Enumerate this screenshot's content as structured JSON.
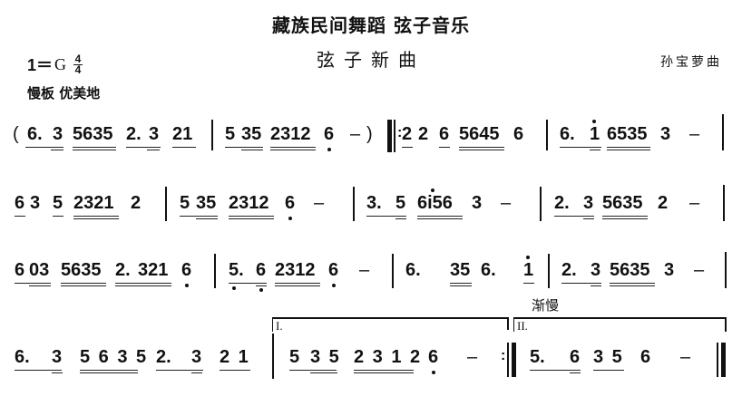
{
  "header": {
    "title": "藏族民间舞蹈  弦子音乐",
    "subtitle": "弦子新曲",
    "composer": "孙宝萝曲",
    "key_prefix": "1＝",
    "key_note": "G",
    "time_signature": {
      "numerator": "4",
      "denominator": "4"
    },
    "tempo": "慢板  优美地"
  },
  "score": {
    "line1": {
      "measures": [
        "(6. 3 5635 2. 3 21",
        "5 35 2312 6̣ -)",
        "|: 2̲ 2 6̲ 5645 6",
        "6. i̇ 6535 3 -"
      ],
      "tokens": [
        "(",
        "6.",
        "3",
        "5635",
        "2.",
        "3",
        "21",
        "5",
        "35",
        "2312",
        "6",
        "–",
        ")",
        ":",
        "2",
        "2",
        "6",
        "5645",
        "6",
        "6.",
        "1",
        "6535",
        "3",
        "–"
      ]
    },
    "line2": {
      "measures": [
        "6 3 5 2321 2",
        "5 35 2312 6̣ -",
        "3. 5 6i̇56 3 -",
        "2. 3 5635 2 -"
      ],
      "tokens": [
        "6",
        "3",
        "5",
        "2321",
        "2",
        "5",
        "35",
        "2312",
        "6",
        "–",
        "3.",
        "5",
        "6i56",
        "3",
        "–",
        "2.",
        "3",
        "5635",
        "2",
        "–"
      ]
    },
    "line3": {
      "measures": [
        "6 03 5635 2. 321 6̣",
        "5̣. 6̣ 2312 6̣ -",
        "6. 35 6. i̇",
        "2. 3 5635 3 -"
      ],
      "tokens": [
        "6",
        "03",
        "5635",
        "2.",
        "321",
        "6",
        "5.",
        "6",
        "2312",
        "6",
        "–",
        "6.",
        "35",
        "6.",
        "1",
        "2.",
        "3",
        "5635",
        "3",
        "–"
      ]
    },
    "line4": {
      "measures": [
        "6. 3 5635 2. 3 21",
        "[1.] 5 35 2312 6̣ - :|",
        "[2.] 5. 6 35 6 - ||"
      ],
      "tokens": [
        "6.",
        "3",
        "5 6 3 5",
        "2.",
        "3",
        "2 1",
        "5",
        "3 5",
        "2 3 1 2",
        "6",
        "–",
        ":",
        "5.",
        "6",
        "3 5",
        "6",
        "–"
      ],
      "volta1": "I.",
      "volta2": "II.",
      "tempo_change": "渐慢"
    }
  }
}
